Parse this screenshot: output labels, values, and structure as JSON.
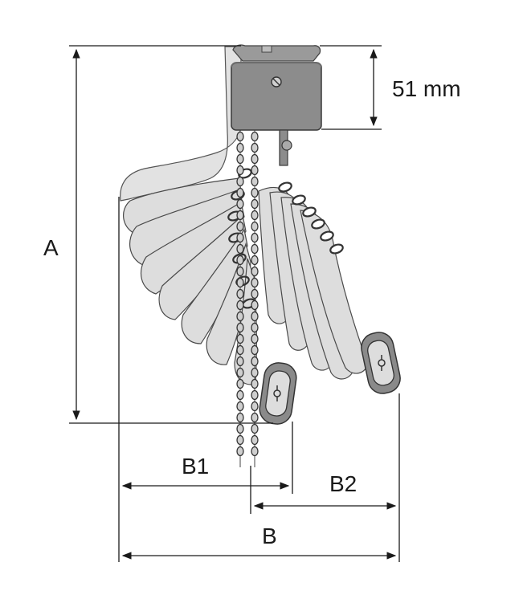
{
  "labels": {
    "dim_a": "A",
    "dim_b1": "B1",
    "dim_b2": "B2",
    "dim_b": "B",
    "height_value": "51 mm"
  },
  "colors": {
    "head": "#8c8c8c",
    "fan": "#dcdcdc",
    "weight": "#8a8a8a",
    "line": "#1a1a1a"
  }
}
